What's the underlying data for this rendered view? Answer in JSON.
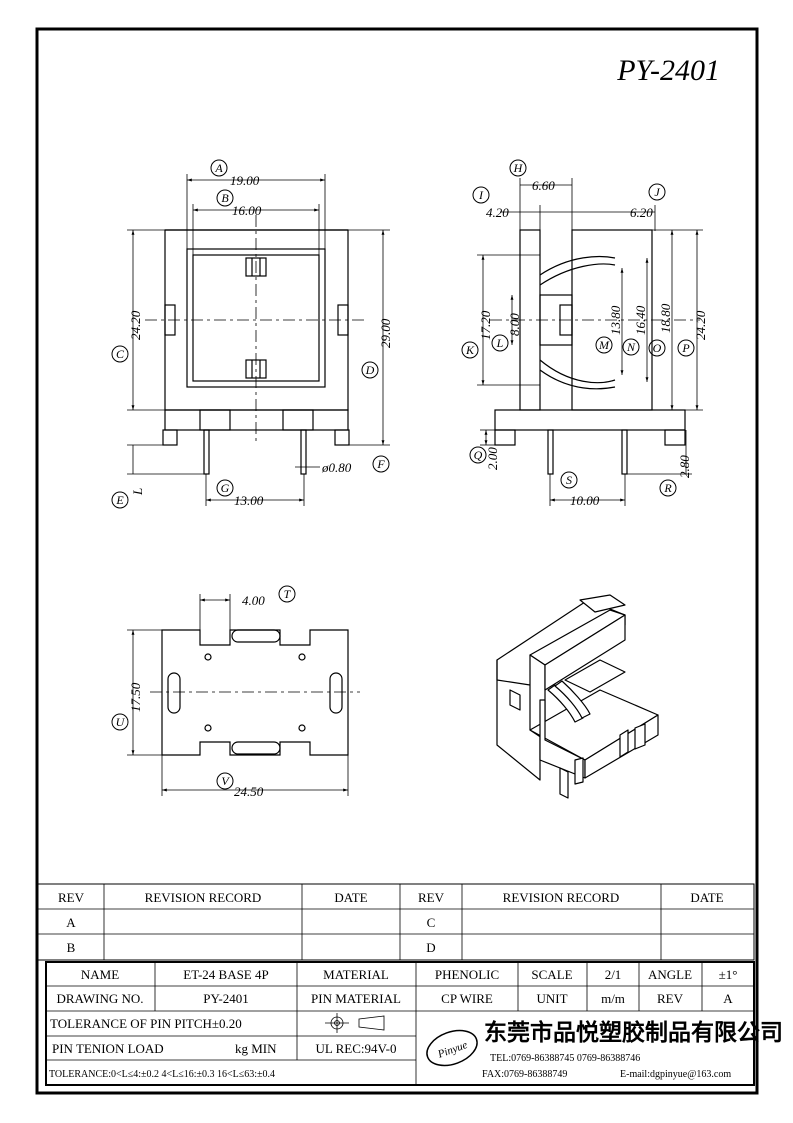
{
  "drawing": {
    "part_number": "PY-2401",
    "front_view": {
      "dims": [
        "19.00",
        "16.00",
        "24.20",
        "29.00",
        "ø0.80",
        "13.00"
      ],
      "labels": [
        "A",
        "B",
        "C",
        "D",
        "E",
        "F",
        "G",
        "L"
      ]
    },
    "side_view": {
      "dims": [
        "6.60",
        "4.20",
        "6.20",
        "17.20",
        "8.00",
        "13.80",
        "16.40",
        "18.80",
        "24.20",
        "2.00",
        "2.80",
        "10.00"
      ],
      "labels": [
        "H",
        "I",
        "J",
        "K",
        "L",
        "M",
        "N",
        "O",
        "P",
        "Q",
        "R",
        "S"
      ]
    },
    "bottom_view": {
      "dims": [
        "4.00",
        "17.50",
        "24.50"
      ],
      "labels": [
        "T",
        "U",
        "V"
      ]
    }
  },
  "revision_table": {
    "header": [
      "REV",
      "REVISION RECORD",
      "DATE",
      "REV",
      "REVISION RECORD",
      "DATE"
    ],
    "rows": [
      [
        "A",
        "",
        "",
        "C",
        "",
        ""
      ],
      [
        "B",
        "",
        "",
        "D",
        "",
        ""
      ]
    ]
  },
  "title_block": {
    "name_label": "NAME",
    "name_value": "ET-24 BASE 4P",
    "material_label": "MATERIAL",
    "material_value": "PHENOLIC",
    "scale_label": "SCALE",
    "scale_value": "2/1",
    "angle_label": "ANGLE",
    "angle_value": "±1°",
    "drawing_no_label": "DRAWING NO.",
    "drawing_no_value": "PY-2401",
    "pin_material_label": "PIN MATERIAL",
    "pin_material_value": "CP WIRE",
    "unit_label": "UNIT",
    "unit_value": "m/m",
    "rev_label": "REV",
    "rev_value": "A",
    "pin_pitch_tolerance": "TOLERANCE OF PIN PITCH±0.20",
    "pin_tension_label": "PIN TENION LOAD",
    "pin_tension_unit": "kg MIN",
    "ul_rec": "UL REC:94V-0",
    "general_tolerance": "TOLERANCE:0<L≤4:±0.2  4<L≤16:±0.3  16<L≤63:±0.4",
    "logo_text": "Pinyue",
    "company_name": "东莞市品悦塑胶制品有限公司",
    "tel": "TEL:0769-86388745    0769-86388746",
    "fax": "FAX:0769-86388749",
    "email": "E-mail:dgpinyue@163.com"
  }
}
